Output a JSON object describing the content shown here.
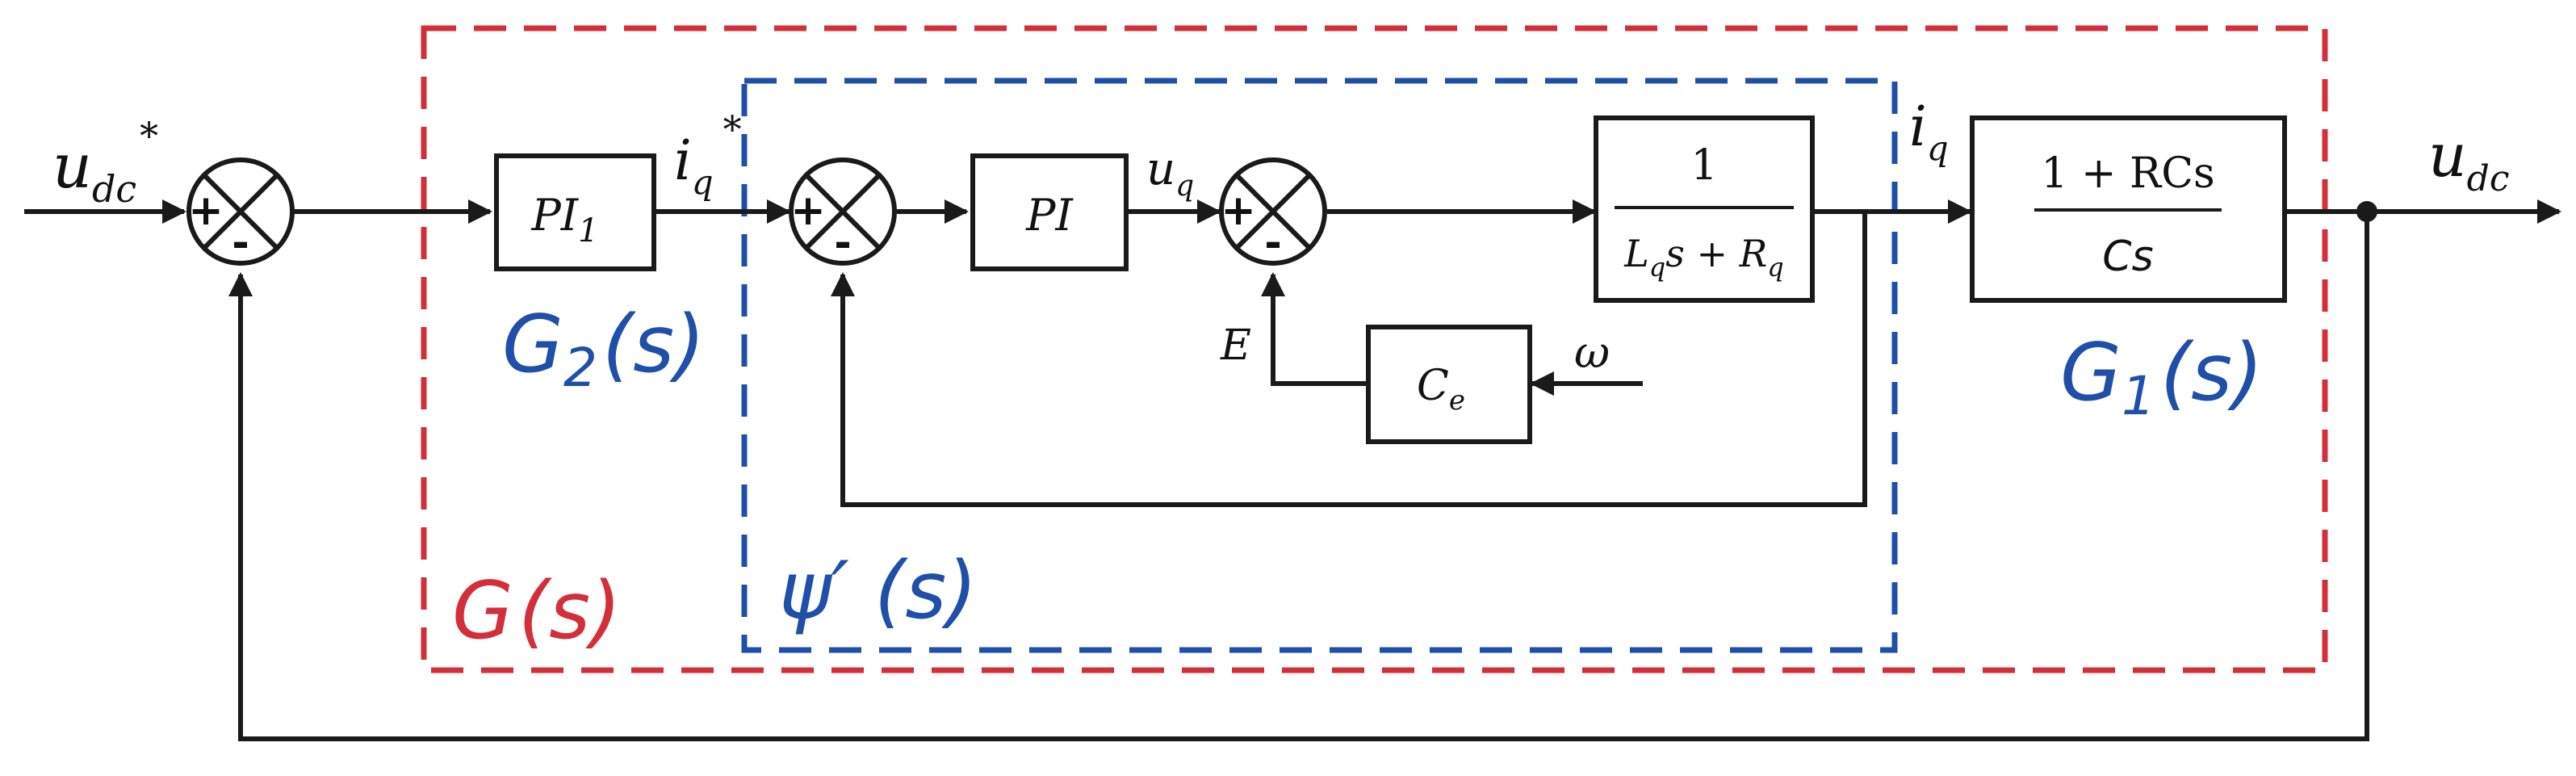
{
  "colors": {
    "outer_box": "#d32f3a",
    "inner_box": "#1f4fa8",
    "line": "#1a1a1a",
    "tf_label_blue": "#1f4fa8",
    "tf_label_red": "#d32f3a"
  },
  "signals": {
    "udc_ref": {
      "base": "u",
      "sub": "dc",
      "sup": "*"
    },
    "iq_ref": {
      "base": "i",
      "sub": "q",
      "sup": "*"
    },
    "uq": {
      "base": "u",
      "sub": "q"
    },
    "iq": {
      "base": "i",
      "sub": "q"
    },
    "udc": {
      "base": "u",
      "sub": "dc"
    },
    "E": "E",
    "omega": "ω"
  },
  "blocks": {
    "pi1": {
      "base": "PI",
      "sub": "1"
    },
    "pi": "PI",
    "ce": {
      "base": "C",
      "sub": "e"
    },
    "plant_current": {
      "numerator": "1",
      "denominator": {
        "L": "L",
        "L_sub": "q",
        "mid": "s + ",
        "R": "R",
        "R_sub": "q"
      }
    },
    "plant_voltage": {
      "numerator": "1 + RCs",
      "denominator": "Cs"
    }
  },
  "summing_junctions": {
    "plus": "+",
    "minus": "-"
  },
  "transfer_functions": {
    "g2": {
      "base": "G",
      "sub": "2",
      "arg": "(s)"
    },
    "g1": {
      "base": "G",
      "sub": "1",
      "arg": "(s)"
    },
    "g": {
      "base": "G",
      "arg": "(s)"
    },
    "psi": {
      "base": "ψ′",
      "arg": " (s)"
    }
  }
}
